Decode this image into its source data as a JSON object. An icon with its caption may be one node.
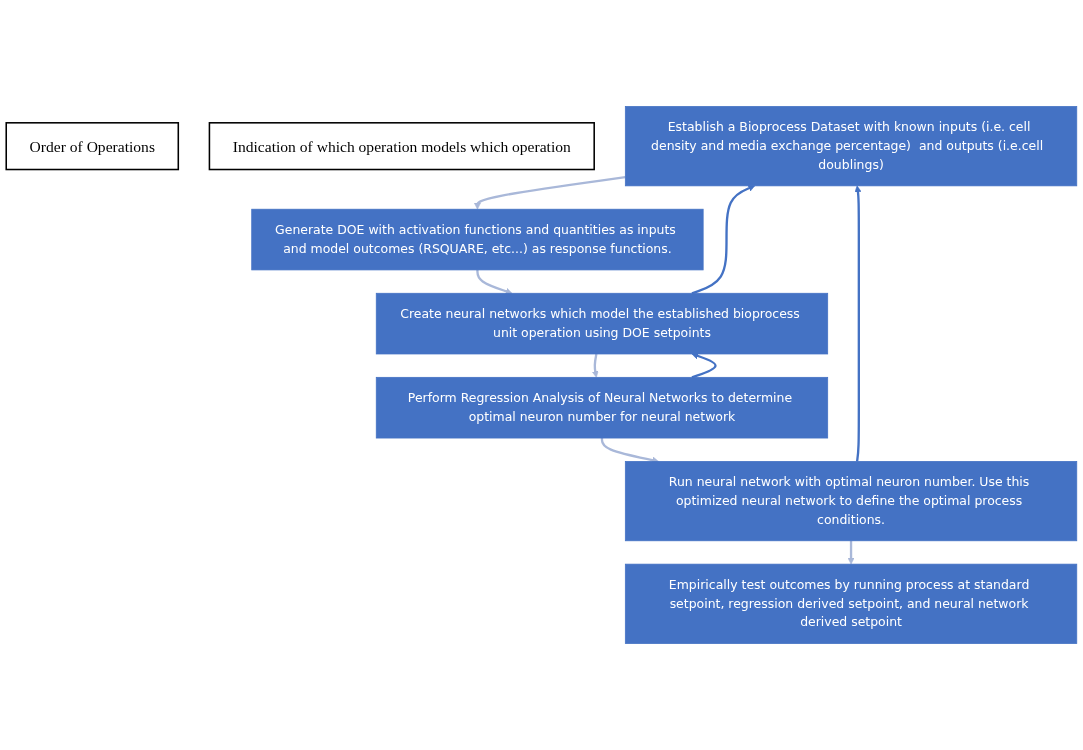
{
  "diagram": {
    "nodes": [
      {
        "text": [
          "Order of Operations"
        ]
      },
      {
        "text": [
          "Indication of which operation models which operation"
        ]
      },
      {
        "text": [
          "Establish a Bioprocess Dataset with known inputs (i.e. cell density and media exchange percentage)  and outputs (i.e.cell  doublings)"
        ]
      },
      {
        "text": [
          "Generate DOE with activation functions and quantities as inputs and model outcomes (RSQUARE, etc...) as response functions."
        ]
      },
      {
        "text": [
          "Create neural networks which model the established bioprocess unit operation using DOE setpoints"
        ]
      },
      {
        "text": [
          "Perform Regression Analysis of Neural Networks to determine optimal neuron number for neural network"
        ]
      },
      {
        "text": [
          "Run neural network with optimal neuron number. Use this optimized neural network to define the optimal process conditions."
        ]
      },
      {
        "text": [
          "Empirically test outcomes by running process at standard setpoint, regression derived setpoint, and neural network derived setpoint"
        ]
      }
    ],
    "edges": [
      {
        "from": 2,
        "to": 3,
        "arrow": "to"
      },
      {
        "from": 3,
        "to": 4,
        "arrow": "to"
      },
      {
        "from": 4,
        "to": 5,
        "arrow": "to"
      },
      {
        "from": 5,
        "to": 6,
        "arrow": "to"
      },
      {
        "from": 6,
        "to": 7,
        "arrow": "to"
      },
      {
        "from": 6,
        "to": 2,
        "arrow": "to",
        "color": "#4472c4"
      },
      {
        "from": 4,
        "to": 2,
        "arrow": "to",
        "color": "#4472c4"
      },
      {
        "from": 5,
        "to": 4,
        "arrow": "to",
        "color": "#4472c4"
      }
    ]
  }
}
